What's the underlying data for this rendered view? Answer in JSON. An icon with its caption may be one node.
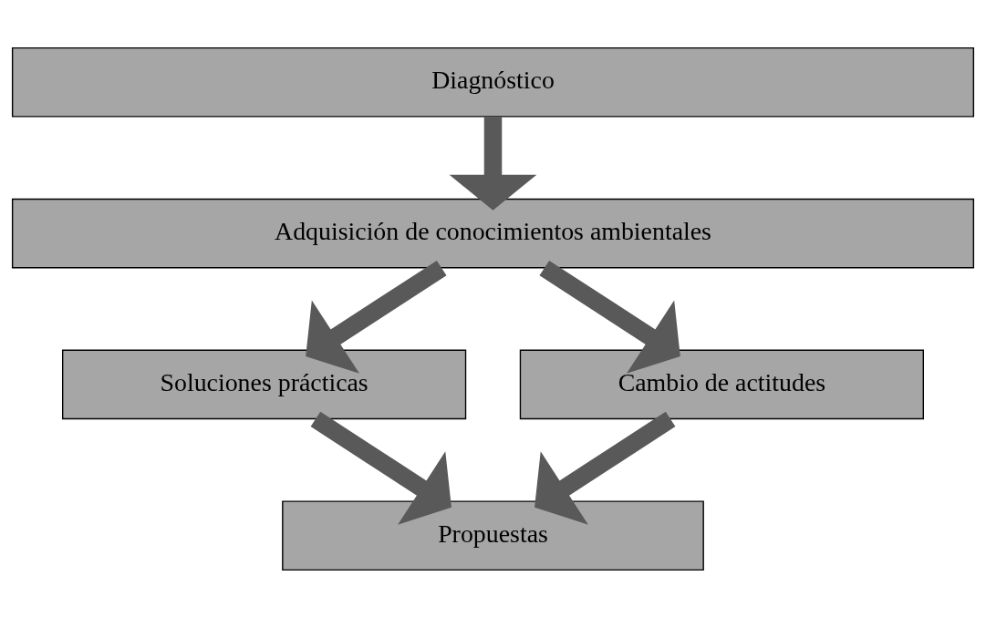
{
  "diagram": {
    "nodes": [
      {
        "text": [
          "Diagnóstico"
        ]
      },
      {
        "text": [
          "Adquisición de conocimientos ambientales"
        ]
      },
      {
        "text": [
          "Soluciones prácticas"
        ]
      },
      {
        "text": [
          "Cambio de actitudes"
        ]
      },
      {
        "text": [
          "Propuestas"
        ]
      }
    ],
    "edges": [
      {
        "from": 0,
        "to": 1,
        "arrow": "to"
      },
      {
        "from": 1,
        "to": 2,
        "arrow": "to"
      },
      {
        "from": 1,
        "to": 3,
        "arrow": "to"
      },
      {
        "from": 2,
        "to": 4,
        "arrow": "to"
      },
      {
        "from": 3,
        "to": 4,
        "arrow": "to"
      }
    ]
  }
}
